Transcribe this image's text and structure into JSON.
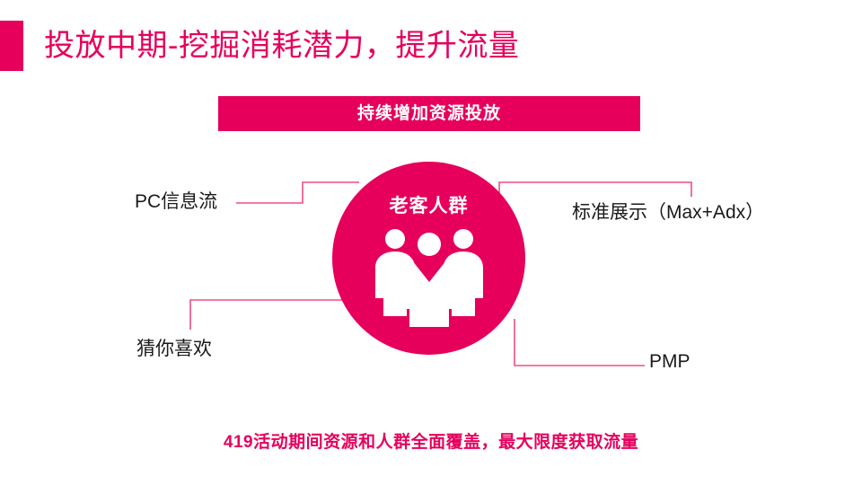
{
  "slide": {
    "title": "投放中期-挖掘消耗潜力，提升流量",
    "accent_color": "#e6005c",
    "banner": {
      "text": "持续增加资源投放"
    },
    "center_node": {
      "label": "老客人群",
      "icon": "people-group-icon"
    },
    "nodes": [
      {
        "id": "pc-feed",
        "label": "PC信息流"
      },
      {
        "id": "standard-display",
        "label": "标准展示（Max+Adx）"
      },
      {
        "id": "guess-you-like",
        "label": "猜你喜欢"
      },
      {
        "id": "pmp",
        "label": "PMP"
      }
    ],
    "footer": {
      "text": "419活动期间资源和人群全面覆盖，最大限度获取流量"
    }
  }
}
